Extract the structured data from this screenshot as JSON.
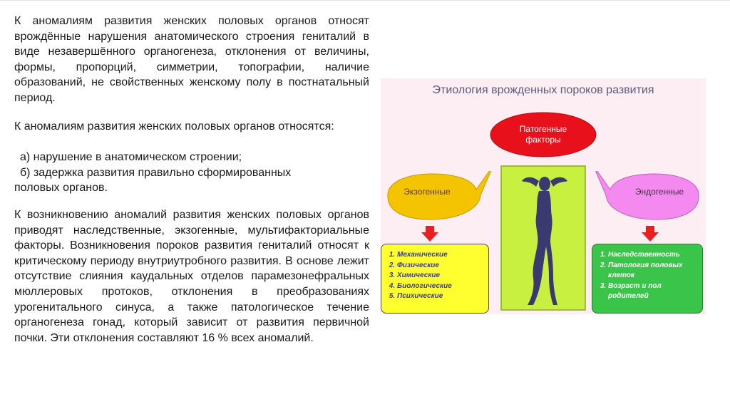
{
  "text": {
    "para1": "К аномалиям развития женских половых органов относят врождённые нарушения анатомического строения гениталий в виде незавершённого органогенеза, отклонения от величины, формы, пропорций, симметрии, топографии, наличие образований, не свойственных женскому полу в постнатальный период.",
    "para2": "К аномалиям развития женских половых органов относятся:",
    "item_a": "а) нарушение в анатомическом строении;",
    "item_b": "б) задержка развития правильно сформированных",
    "item_b_cont": "половых органов.",
    "para3": "К возникновению аномалий развития женских половых органов приводят наследственные, экзогенные, мультифакториальные факторы. Возникновения пороков развития гениталий относят к критическому периоду внутриутробного развития. В основе лежит отсутствие слияния каудальных отделов парамезонефральных мюллеровых протоков, отклонения в преобразованиях урогенитального синуса, а также патологическое течение органогенеза гонад, который зависит от развития первичной почки. Эти отклонения составляют 16 % всех аномалий."
  },
  "figure": {
    "title": "Этиология врожденных пороков развития",
    "center_line1": "Патогенные",
    "center_line2": "факторы",
    "left_label": "Экзогенные",
    "right_label": "Эндогенные",
    "left_items": [
      "Механические",
      "Физические",
      "Химические",
      "Биологические",
      "Психические"
    ],
    "right_items": [
      "Наследственность",
      "Патология половых клеток",
      "Возраст и пол родителей"
    ],
    "colors": {
      "background": "#fdeef4",
      "center_bubble": "#e8101a",
      "left_bubble": "#f5c400",
      "right_bubble": "#f48af0",
      "silhouette_panel": "#c8f040",
      "arrow": "#e82020",
      "left_box": "#ffff30",
      "right_box": "#3ac44a"
    }
  }
}
